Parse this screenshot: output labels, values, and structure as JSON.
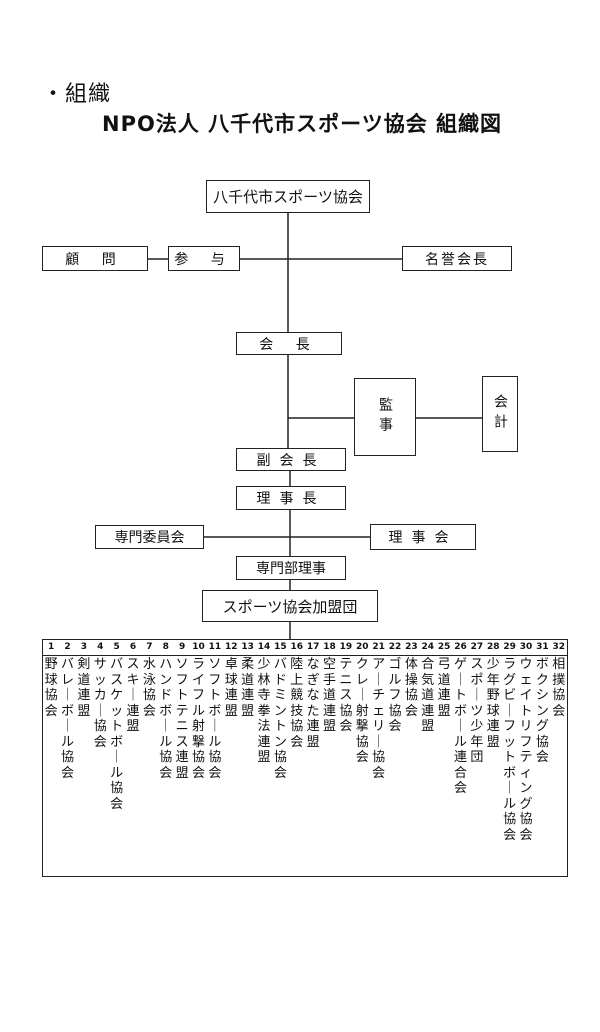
{
  "heading": "・組織",
  "title": "NPO法人 八千代市スポーツ協会 組織図",
  "boxes": {
    "root": "八千代市スポーツ協会",
    "komon": "顧 問",
    "sanyo": "参 与",
    "meiyo": "名誉会長",
    "kaicho": "会 長",
    "kanji": "監事",
    "kaikei": "会計",
    "fukukaicho": "副会長",
    "rijicho": "理事長",
    "senmon_iinkai": "専門委員会",
    "rijikai": "理事会",
    "senmonbu_riji": "専門部理事",
    "kamei": "スポーツ協会加盟団"
  },
  "members": [
    {
      "no": "1",
      "name": "野球協会"
    },
    {
      "no": "2",
      "name": "バレーボール協会"
    },
    {
      "no": "3",
      "name": "剣道連盟"
    },
    {
      "no": "4",
      "name": "サッカー協会"
    },
    {
      "no": "5",
      "name": "バスケットボール協会"
    },
    {
      "no": "6",
      "name": "スキー連盟"
    },
    {
      "no": "7",
      "name": "水泳協会"
    },
    {
      "no": "8",
      "name": "ハンドボール協会"
    },
    {
      "no": "9",
      "name": "ソフトテニス連盟"
    },
    {
      "no": "10",
      "name": "ライフル射撃協会"
    },
    {
      "no": "11",
      "name": "ソフトボール協会"
    },
    {
      "no": "12",
      "name": "卓球連盟"
    },
    {
      "no": "13",
      "name": "柔道連盟"
    },
    {
      "no": "14",
      "name": "少林寺拳法連盟"
    },
    {
      "no": "15",
      "name": "バドミントン協会"
    },
    {
      "no": "16",
      "name": "陸上競技協会"
    },
    {
      "no": "17",
      "name": "なぎなた連盟"
    },
    {
      "no": "18",
      "name": "空手道連盟"
    },
    {
      "no": "19",
      "name": "テニス協会"
    },
    {
      "no": "20",
      "name": "クレー射撃協会"
    },
    {
      "no": "21",
      "name": "アーチェリー協会"
    },
    {
      "no": "22",
      "name": "ゴルフ協会"
    },
    {
      "no": "23",
      "name": "体操協会"
    },
    {
      "no": "24",
      "name": "合気道連盟"
    },
    {
      "no": "25",
      "name": "弓道連盟"
    },
    {
      "no": "26",
      "name": "ゲートボール連合会"
    },
    {
      "no": "27",
      "name": "スポーツ少年団"
    },
    {
      "no": "28",
      "name": "少年野球連盟"
    },
    {
      "no": "29",
      "name": "ラグビーフットボール協会"
    },
    {
      "no": "30",
      "name": "ウェイトリフティング協会"
    },
    {
      "no": "31",
      "name": "ボクシング協会"
    },
    {
      "no": "32",
      "name": "相撲協会"
    }
  ]
}
